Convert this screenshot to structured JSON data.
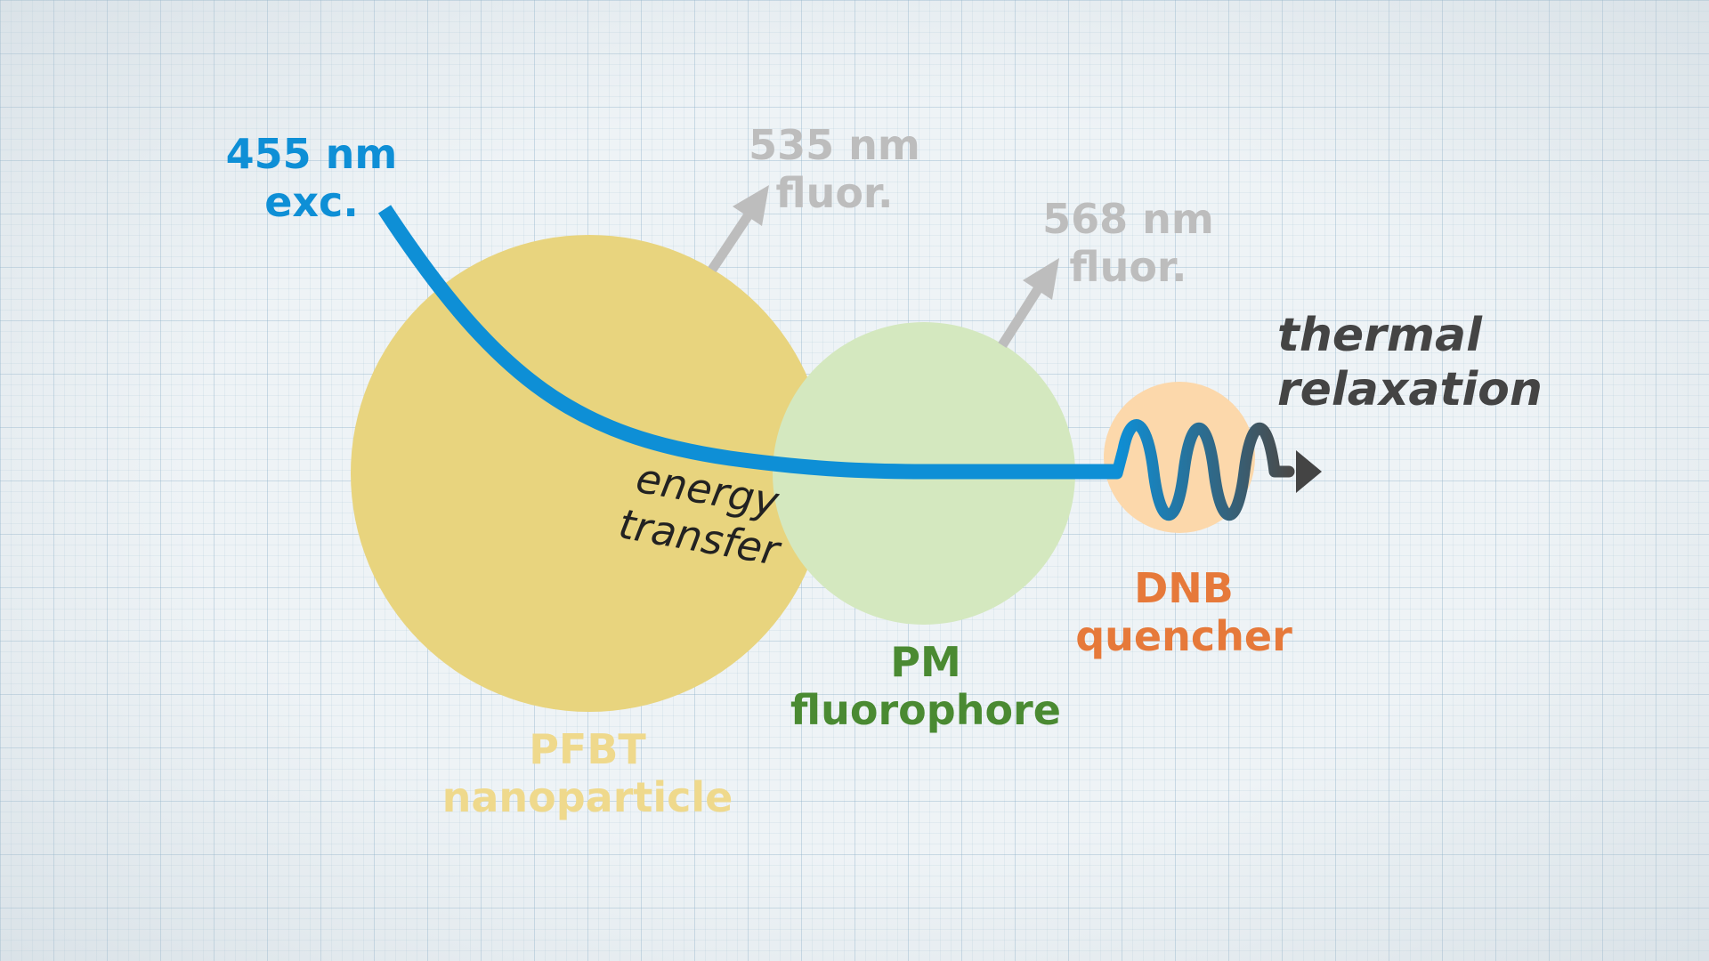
{
  "labels": {
    "excitation": {
      "line1": "455 nm",
      "line2": "exc."
    },
    "fluor_535": {
      "line1": "535 nm",
      "line2": "fluor."
    },
    "fluor_568": {
      "line1": "568 nm",
      "line2": "fluor."
    },
    "thermal": {
      "line1": "thermal",
      "line2": "relaxation"
    },
    "pfbt": {
      "line1": "PFBT",
      "line2": "nanoparticle"
    },
    "pm": {
      "line1": "PM",
      "line2": "fluorophore"
    },
    "dnb": {
      "line1": "DNB",
      "line2": "quencher"
    },
    "energy_transfer": {
      "line1": "energy",
      "line2": "transfer"
    }
  },
  "colors": {
    "excitation": "#0e8fd6",
    "fluorescence": "#bdbdbd",
    "thermal": "#444444",
    "pfbt_circle": "#e8d47e",
    "pfbt_text": "#efd98c",
    "pm_circle": "#d4e8bf",
    "pm_text": "#4a8a32",
    "dnb_circle": "#fcd8ab",
    "dnb_text": "#e6793a",
    "energy_text": "#222222"
  }
}
